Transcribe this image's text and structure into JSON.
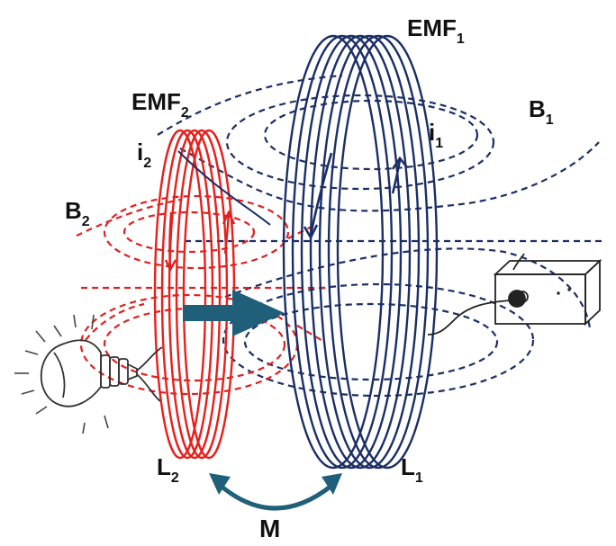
{
  "labels": {
    "emf1": {
      "main": "EMF",
      "sub": "1"
    },
    "emf2": {
      "main": "EMF",
      "sub": "2"
    },
    "b1": {
      "main": "B",
      "sub": "1"
    },
    "b2": {
      "main": "B",
      "sub": "2"
    },
    "i1": {
      "main": "i",
      "sub": "1"
    },
    "i2": {
      "main": "i",
      "sub": "2"
    },
    "l1": {
      "main": "L",
      "sub": "1"
    },
    "l2": {
      "main": "L",
      "sub": "2"
    },
    "m": "M"
  },
  "colors": {
    "coil1": "#1b2f66",
    "coil2": "#e8201c",
    "field1": "#1b2f66",
    "field2": "#e02020",
    "arrow": "#1f5f7a",
    "bulb": "#333333",
    "box": "#222222"
  },
  "icons": {
    "bulb": "light-bulb-icon",
    "source": "power-source-box-icon",
    "motion": "motion-arrow-icon",
    "mutual": "double-headed-arrow-icon"
  }
}
